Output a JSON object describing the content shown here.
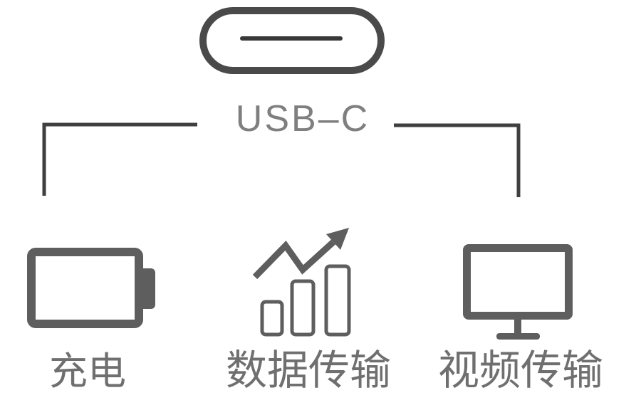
{
  "diagram": {
    "title": "USB–C",
    "connector": {
      "icon": "usb-c-port-icon"
    },
    "colors": {
      "background": "#ffffff",
      "connector_outline": "#4a4a4a",
      "connector_slot": "#383838",
      "branch_lines": "#3f3f3f",
      "title_text": "#7f7f7f",
      "icon_gray": "#5e5e5e",
      "label_text": "#6f6f6f"
    },
    "features": [
      {
        "id": "charging",
        "label": "充电",
        "icon": "battery-charging-icon"
      },
      {
        "id": "data-transfer",
        "label": "数据传输",
        "icon": "data-transfer-chart-icon"
      },
      {
        "id": "video-transfer",
        "label": "视频传输",
        "icon": "monitor-icon"
      }
    ]
  }
}
